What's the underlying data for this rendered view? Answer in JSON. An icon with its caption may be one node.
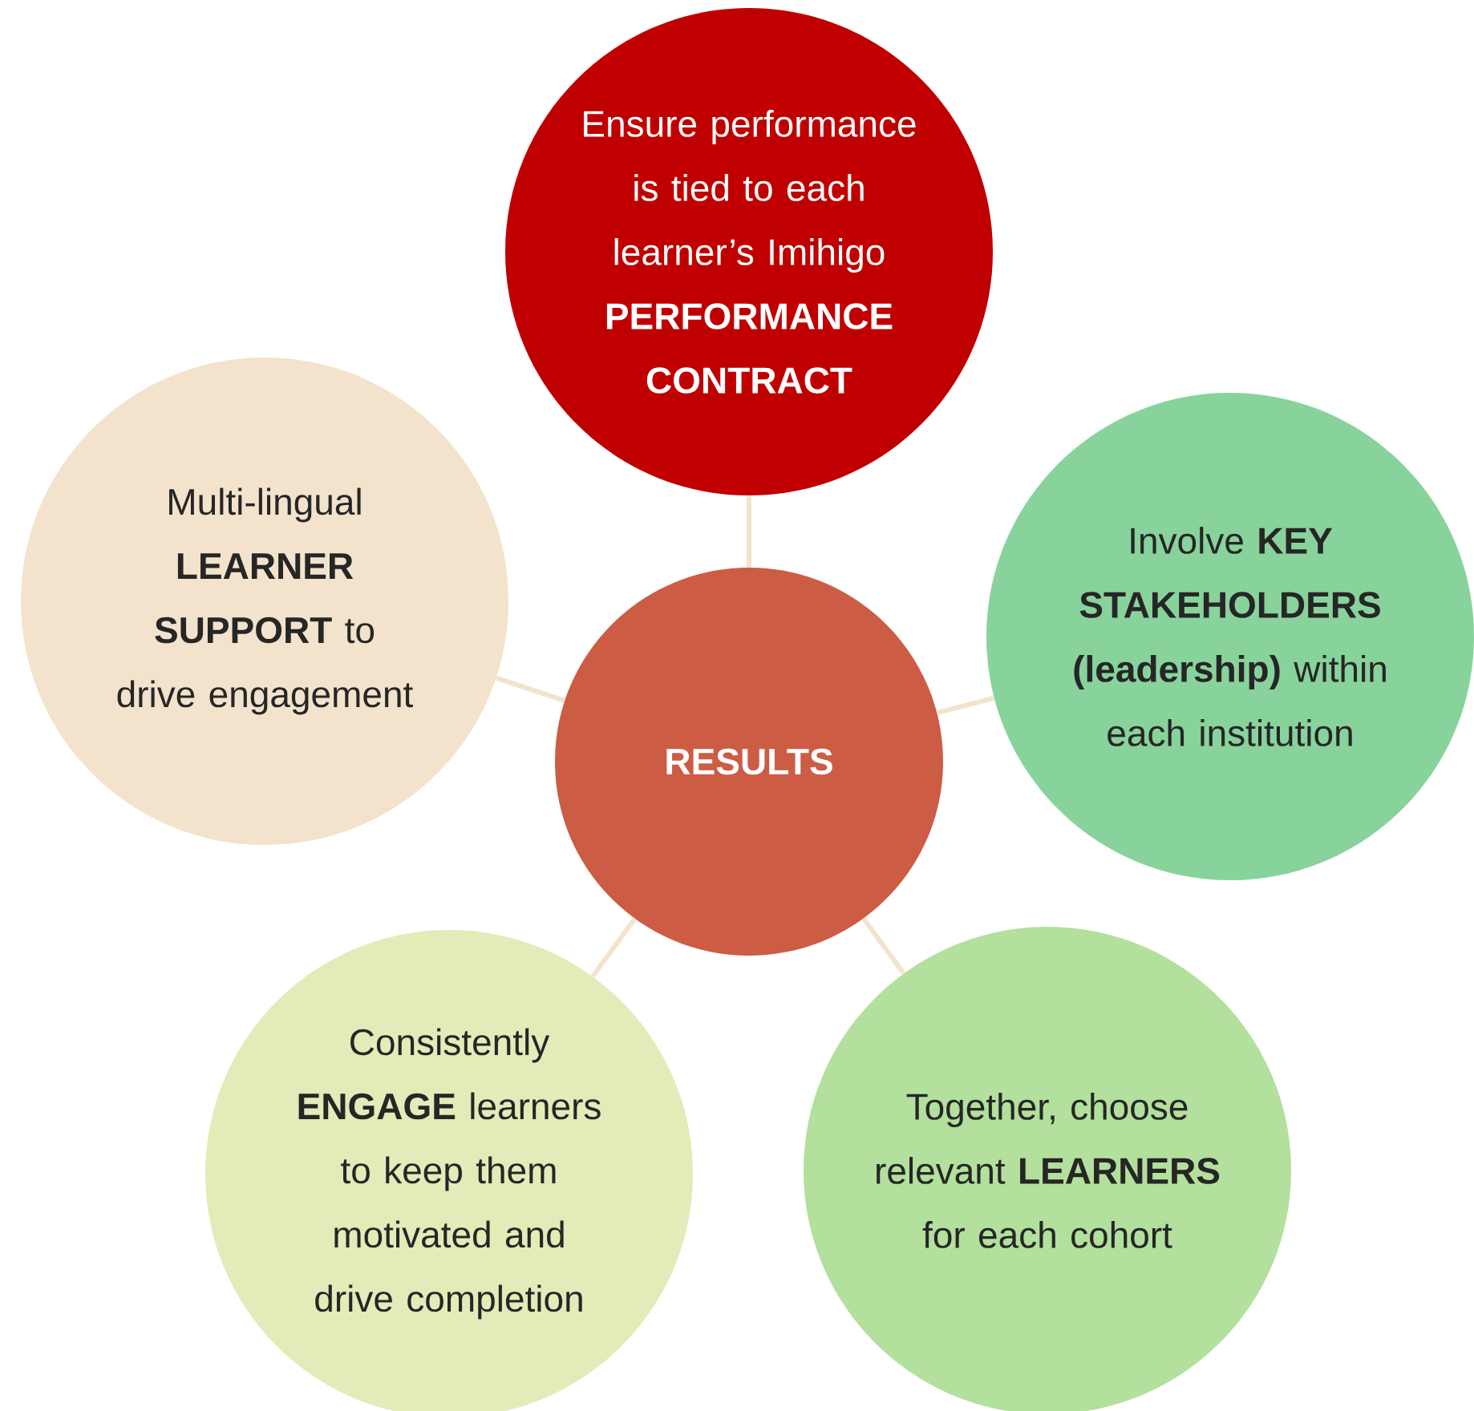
{
  "diagram": {
    "nodes": [
      {
        "text": [
          "Ensure performance is tied to each learner’s Imihigo **PERFORMANCE CONTRACT**"
        ]
      },
      {
        "text": [
          "Multi-lingual **LEARNER SUPPORT** to drive engagement"
        ]
      },
      {
        "text": [
          "Involve **KEY STAKEHOLDERS (leadership)** within each institution"
        ]
      },
      {
        "text": [
          "RESULTS"
        ]
      },
      {
        "text": [
          "Consistently **ENGAGE** learners to keep them motivated and drive completion"
        ]
      },
      {
        "text": [
          "Together, choose relevant **LEARNERS** for each cohort"
        ]
      }
    ],
    "edges": [
      {
        "from": 3,
        "to": 0,
        "arrow": "none"
      },
      {
        "from": 3,
        "to": 1,
        "arrow": "none"
      },
      {
        "from": 3,
        "to": 2,
        "arrow": "none"
      },
      {
        "from": 3,
        "to": 4,
        "arrow": "none"
      },
      {
        "from": 3,
        "to": 5,
        "arrow": "none"
      }
    ]
  }
}
